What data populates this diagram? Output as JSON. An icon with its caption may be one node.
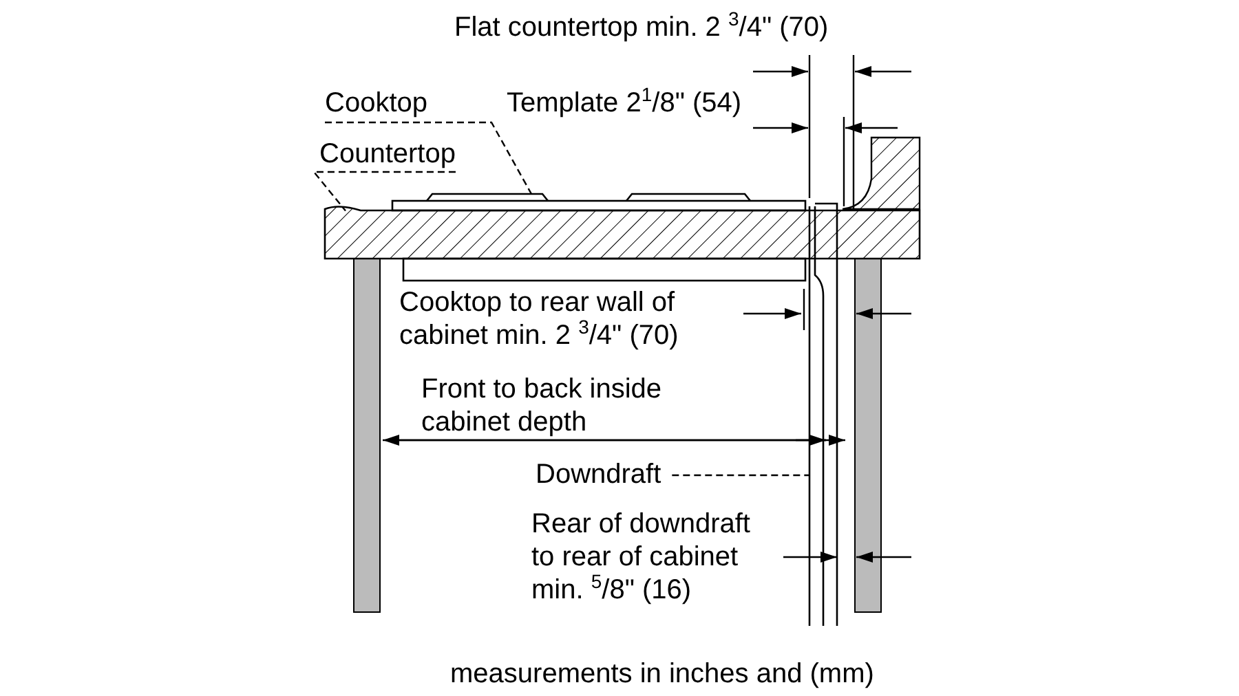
{
  "diagram": {
    "caption": "measurements in inches and (mm)",
    "nodes": [
      {
        "text": [
          "Cooktop"
        ]
      },
      {
        "text": [],
        "shape": "box"
      },
      {
        "text": [
          "Countertop"
        ]
      },
      {
        "text": [],
        "shape": "bar"
      },
      {
        "text": [
          "Downdraft"
        ]
      },
      {
        "text": [],
        "shape": "box"
      }
    ],
    "edges": [
      {
        "from": 0,
        "to": 1,
        "arrow": "none",
        "style": "dashed"
      },
      {
        "from": 2,
        "to": 3,
        "arrow": "none",
        "style": "dashed"
      },
      {
        "from": 4,
        "to": 5,
        "arrow": "none",
        "style": "dashed"
      }
    ],
    "labels": [
      "Flat countertop min. 2 $^{3}$/4\" (70)",
      "Template 2$^{1}$/8\" (54)",
      "Cooktop to rear wall of cabinet min. 2 $^{3}$/4\" (70)",
      "Front to back inside cabinet depth",
      "Rear of downdraft to rear of cabinet min. $^{5}$/8\" (16)"
    ]
  }
}
